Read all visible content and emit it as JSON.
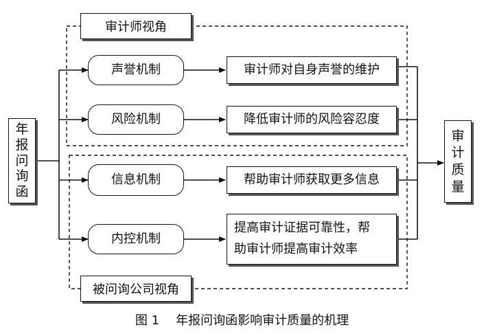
{
  "perspectives": {
    "auditor": "审计师视角",
    "inquired_company": "被问询公司视角"
  },
  "source": {
    "chars": [
      "年",
      "报",
      "问",
      "询",
      "函"
    ]
  },
  "mechanisms": {
    "reputation": "声誉机制",
    "risk": "风险机制",
    "information": "信息机制",
    "internal_control": "内控机制"
  },
  "effects": {
    "reputation": "审计师对自身声誉的维护",
    "risk": "降低审计师的风险容忍度",
    "information": "帮助审计师获取更多信息",
    "internal_control_line1": "提高审计证据可靠性，帮",
    "internal_control_line2": "助审计师提高审计效率"
  },
  "outcome": {
    "chars": [
      "审",
      "计",
      "质",
      "量"
    ]
  },
  "caption": {
    "figure_number": "图 1",
    "title": "年报问询函影响审计质量的机理"
  }
}
